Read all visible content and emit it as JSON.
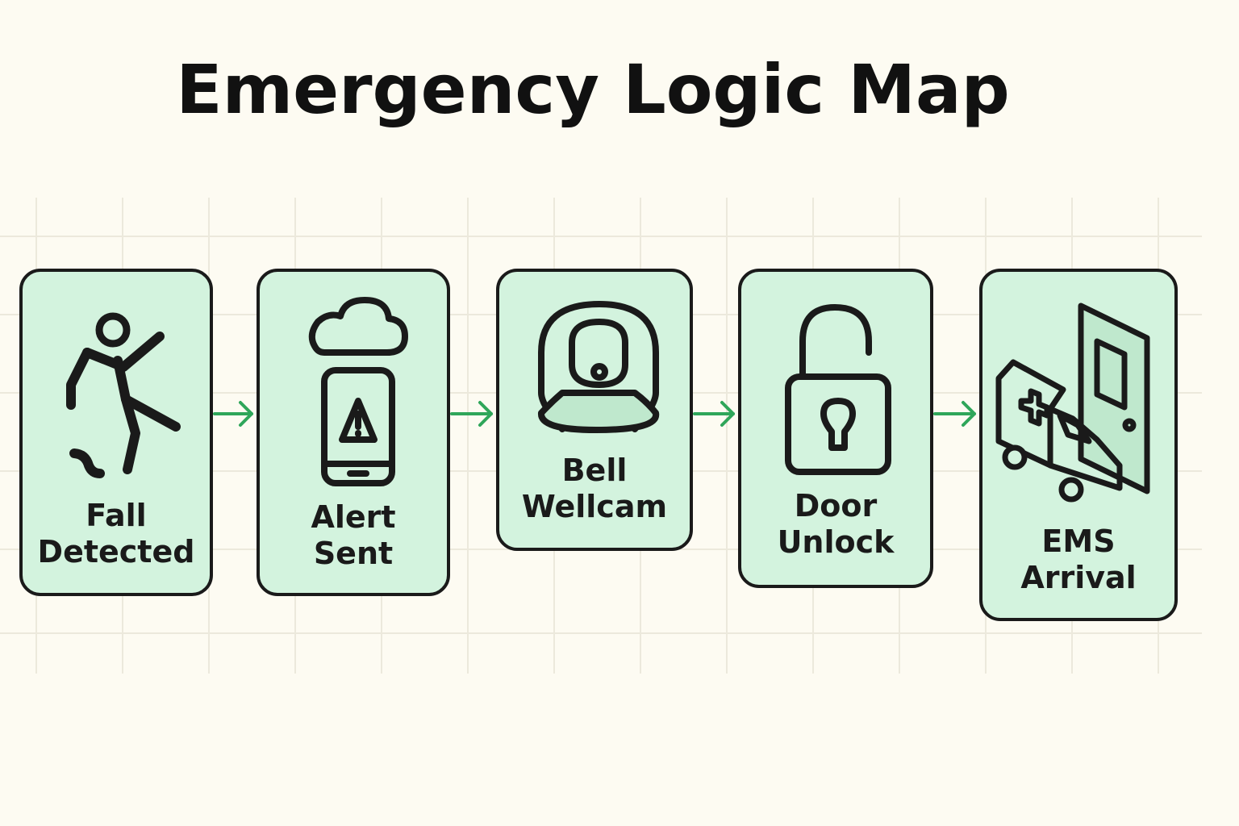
{
  "title": "Emergency Logic Map",
  "colors": {
    "background": "#fdfbf2",
    "card_fill": "#d3f3de",
    "outline": "#1a1a1a",
    "arrow": "#2fa65a",
    "grid": "#ece9dc"
  },
  "steps": [
    {
      "icon": "falling-person-icon",
      "label_line1": "Fall",
      "label_line2": "Detected"
    },
    {
      "icon": "cloud-phone-alert-icon",
      "label_line1": "Alert",
      "label_line2": "Sent"
    },
    {
      "icon": "camera-icon",
      "label_line1": "Bell",
      "label_line2": "Wellcam"
    },
    {
      "icon": "unlocked-padlock-icon",
      "label_line1": "Door",
      "label_line2": "Unlock"
    },
    {
      "icon": "ambulance-door-icon",
      "label_line1": "EMS",
      "label_line2": "Arrival"
    }
  ]
}
